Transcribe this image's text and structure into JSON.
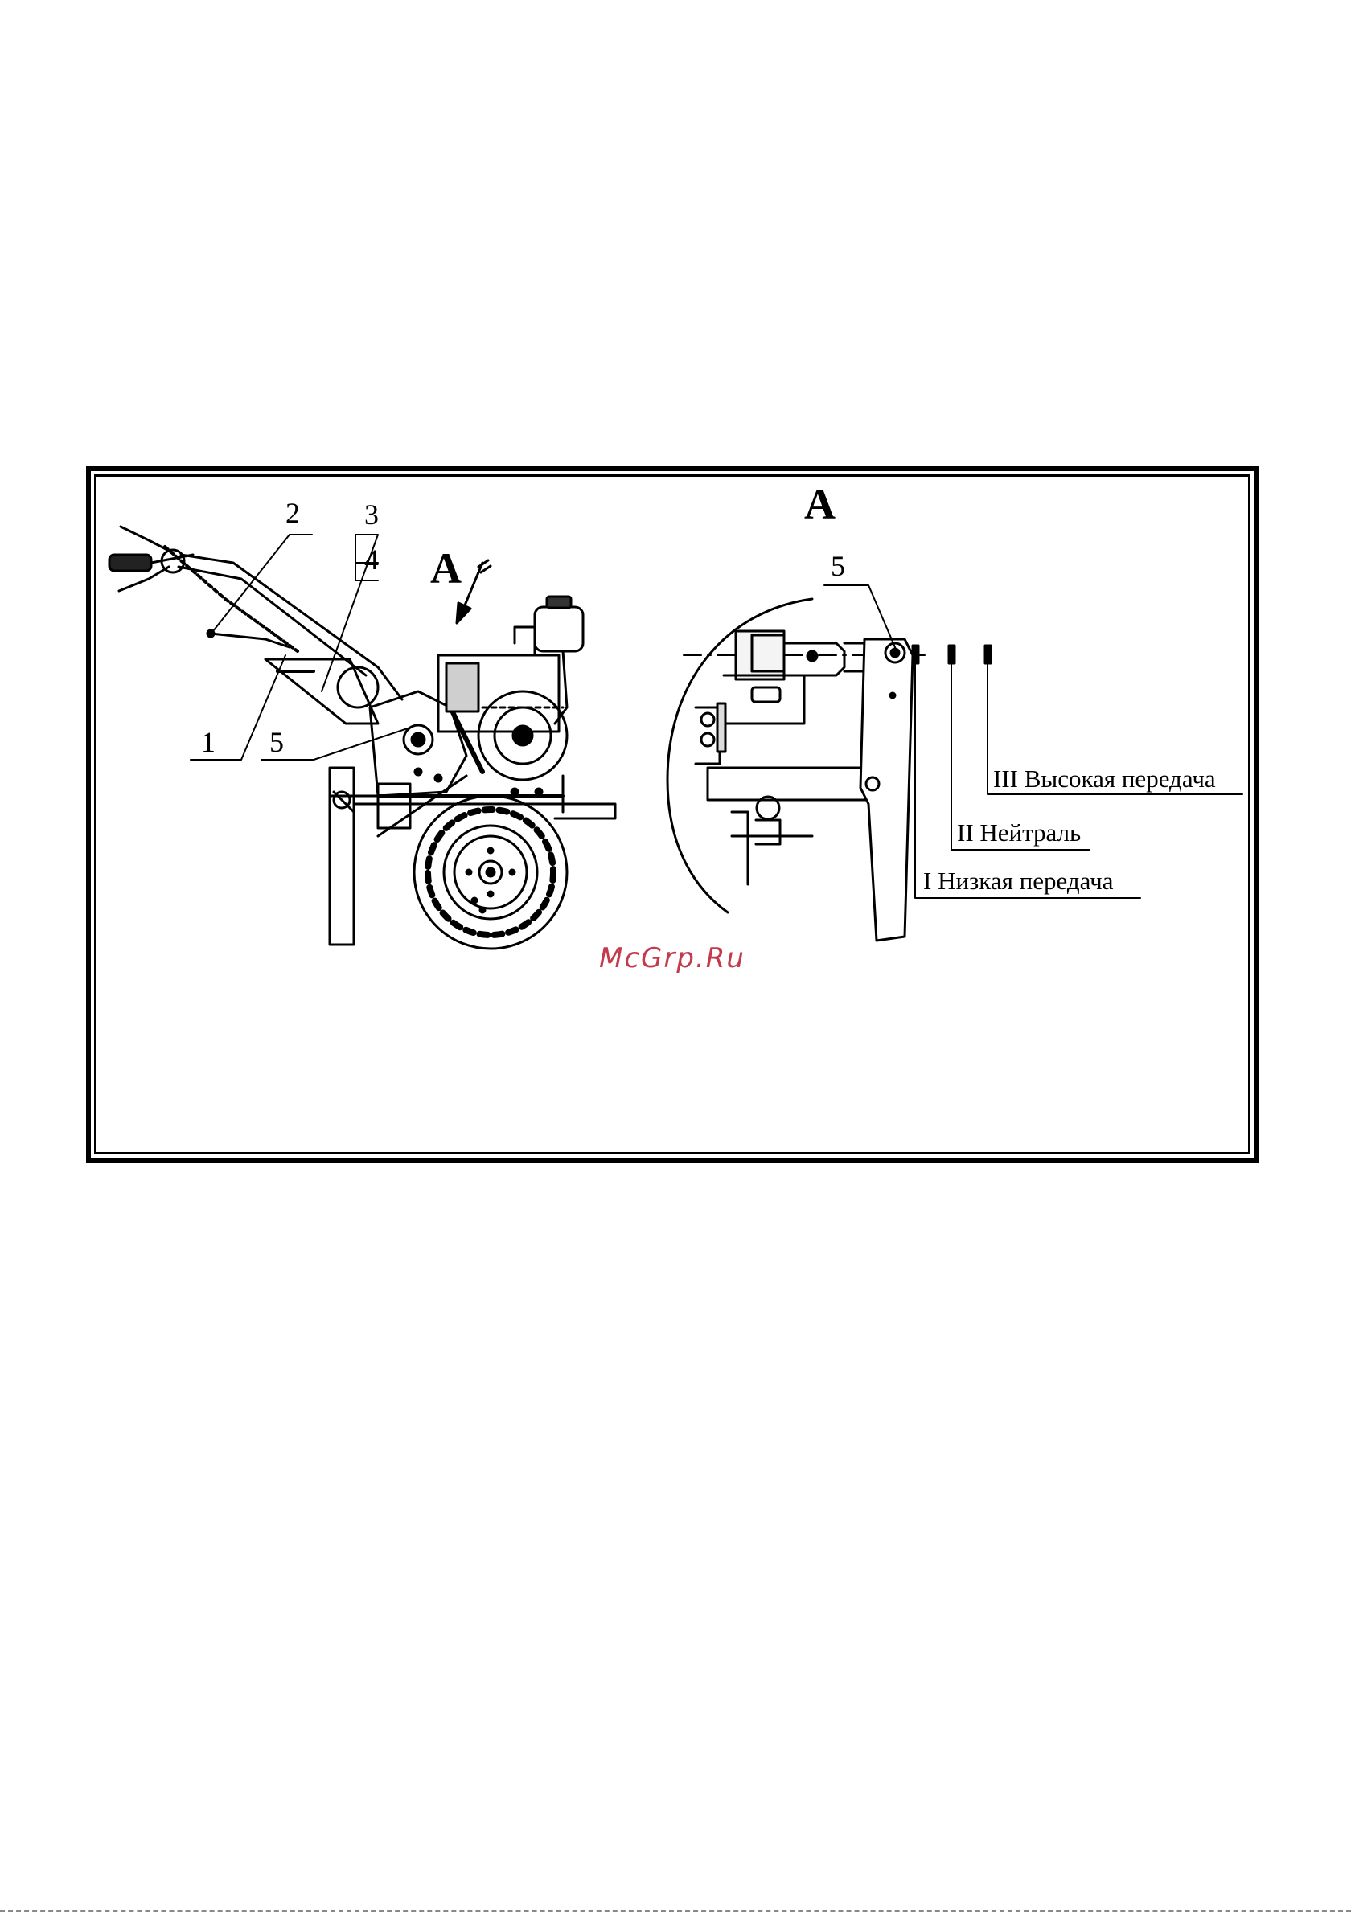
{
  "figure": {
    "callouts": {
      "c1": "1",
      "c2": "2",
      "c3": "3",
      "c4": "4",
      "c5": "5",
      "c5_detail": "5"
    },
    "view_marker": "A",
    "detail_title": "A",
    "gears": {
      "high": "III Высокая передача",
      "neutral": "II Нейтраль",
      "low": "I Низкая передача"
    }
  },
  "watermark": "McGrp.Ru"
}
